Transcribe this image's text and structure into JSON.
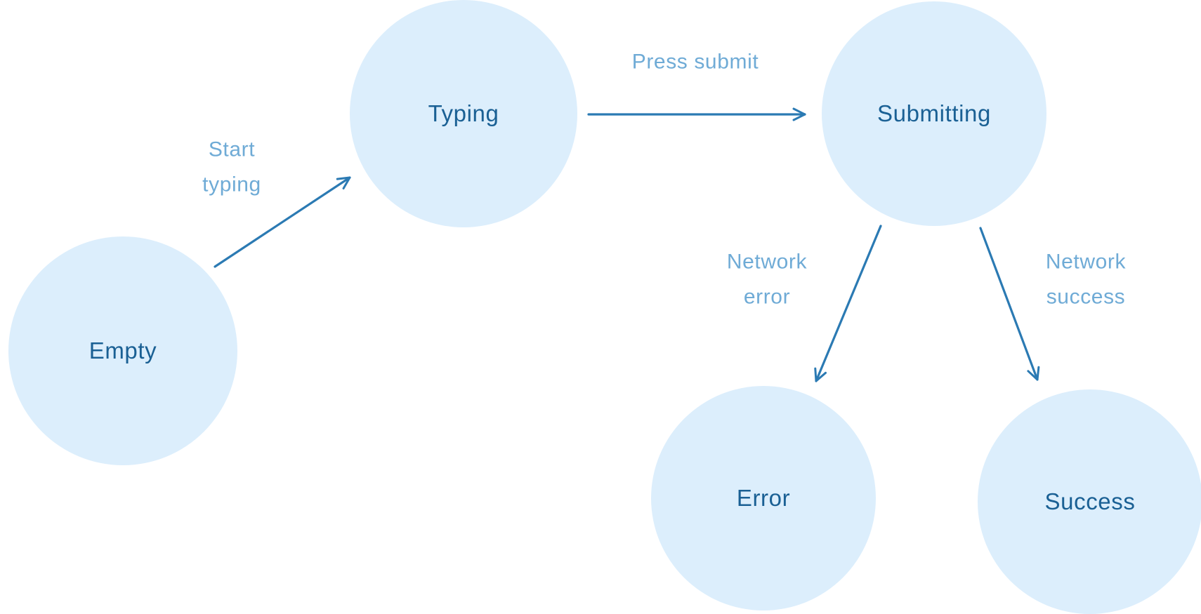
{
  "diagram": {
    "type": "state-machine",
    "colors": {
      "node_fill": "#dceefc",
      "node_text": "#1a6094",
      "edge": "#2b7ab3",
      "edge_label": "#6fabd6"
    },
    "nodes": [
      {
        "id": "empty",
        "label": "Empty"
      },
      {
        "id": "typing",
        "label": "Typing"
      },
      {
        "id": "submitting",
        "label": "Submitting"
      },
      {
        "id": "error",
        "label": "Error"
      },
      {
        "id": "success",
        "label": "Success"
      }
    ],
    "edges": [
      {
        "from": "empty",
        "to": "typing",
        "label": "Start typing"
      },
      {
        "from": "typing",
        "to": "submitting",
        "label": "Press submit"
      },
      {
        "from": "submitting",
        "to": "error",
        "label": "Network error"
      },
      {
        "from": "submitting",
        "to": "success",
        "label": "Network success"
      }
    ]
  }
}
